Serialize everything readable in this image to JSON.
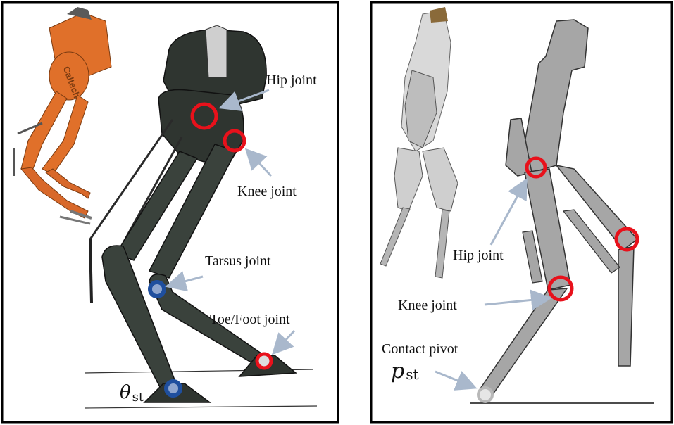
{
  "left_panel": {
    "labels": {
      "hip": "Hip joint",
      "knee": "Knee joint",
      "tarsus": "Tarsus joint",
      "toe": "Toe/Foot joint",
      "theta_symbol": "θ",
      "theta_sub": "st"
    },
    "brand_text": "Caltech"
  },
  "right_panel": {
    "labels": {
      "hip": "Hip joint",
      "knee": "Knee joint",
      "contact": "Contact pivot",
      "p_symbol": "p",
      "p_sub": "st"
    }
  },
  "colors": {
    "joint_red": "#e8111b",
    "joint_blue": "#1f4f9e",
    "arrow": "#a9b8cc",
    "robot_dark": "#2f3530",
    "robot_orange": "#e0702a",
    "model_gray": "#a6a6a6"
  }
}
